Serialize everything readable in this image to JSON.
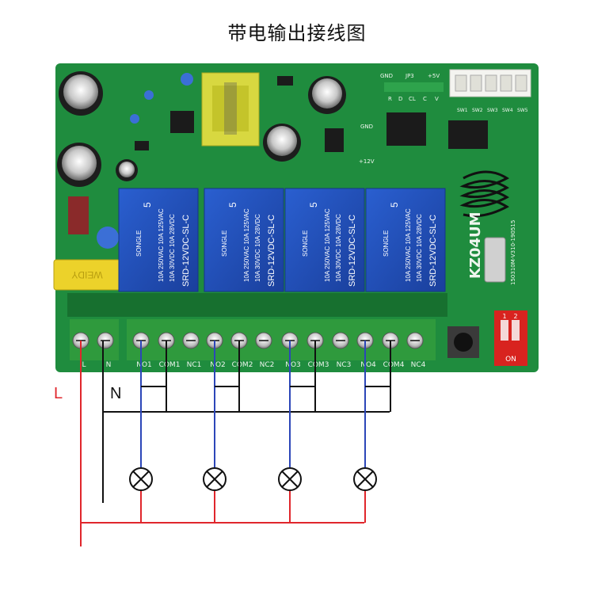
{
  "title": "带电输出接线图",
  "colors": {
    "board": "#1f8c3e",
    "board_dark": "#17702f",
    "relay": "#1f4fb8",
    "terminal": "#2f9a3d",
    "live_wire": "#e0262c",
    "neutral_wire": "#111111",
    "no_wire": "#2c46b8",
    "dip": "#d8231f"
  },
  "wiring": {
    "live_label": "L",
    "neutral_label": "N"
  },
  "board": {
    "header_labels": [
      "GND",
      "JP3",
      "+5V"
    ],
    "header_pins": [
      "R",
      "D",
      "CL",
      "C",
      "V"
    ],
    "switch_labels": [
      "SW1",
      "SW2",
      "SW3",
      "SW4",
      "SW5"
    ],
    "plus12v": "+12V",
    "gnd2": "GND",
    "model": "KZ04UM",
    "pcb_code": "150310M-V310-190515",
    "dip_on": "ON",
    "dip_nums": [
      "1",
      "2"
    ],
    "capacitor_brand": "WEIDY",
    "relays": [
      {
        "brand": "SONGLE",
        "rating1": "10A 250VAC 10A 125VAC",
        "rating2": "10A 30VDC 10A 28VDC",
        "model": "SRD-12VDC-SL-C",
        "num": "5"
      },
      {
        "brand": "SONGLE",
        "rating1": "10A 250VAC 10A 125VAC",
        "rating2": "10A 30VDC 10A 28VDC",
        "model": "SRD-12VDC-SL-C",
        "num": "5"
      },
      {
        "brand": "SONGLE",
        "rating1": "10A 250VAC 10A 125VAC",
        "rating2": "10A 30VDC 10A 28VDC",
        "model": "SRD-12VDC-SL-C",
        "num": "5"
      },
      {
        "brand": "SONGLE",
        "rating1": "10A 250VAC 10A 125VAC",
        "rating2": "10A 30VDC 10A 28VDC",
        "model": "SRD-12VDC-SL-C",
        "num": "5"
      }
    ],
    "terminals": [
      "L",
      "N",
      "NO1",
      "COM1",
      "NC1",
      "NO2",
      "COM2",
      "NC2",
      "NO3",
      "COM3",
      "NC3",
      "NO4",
      "COM4",
      "NC4"
    ]
  }
}
